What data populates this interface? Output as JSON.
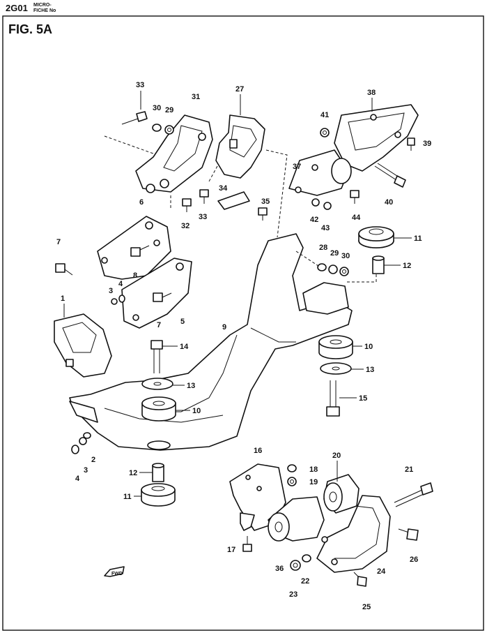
{
  "header": {
    "code": "2G01",
    "micro_label": "MICRO-",
    "fiche_label": "FICHE No"
  },
  "figure": {
    "title": "FIG.   5A"
  },
  "fwd_label": "FWD",
  "callouts": {
    "c1": "1",
    "c2": "2",
    "c3a": "3",
    "c3b": "3",
    "c4a": "4",
    "c4b": "4",
    "c5": "5",
    "c6": "6",
    "c7a": "7",
    "c7b": "7",
    "c8": "8",
    "c9": "9",
    "c10a": "10",
    "c10b": "10",
    "c11a": "11",
    "c11b": "11",
    "c12a": "12",
    "c12b": "12",
    "c13a": "13",
    "c13b": "13",
    "c14": "14",
    "c15": "15",
    "c16": "16",
    "c17": "17",
    "c18": "18",
    "c19": "19",
    "c20": "20",
    "c21": "21",
    "c22": "22",
    "c23": "23",
    "c24": "24",
    "c25": "25",
    "c26": "26",
    "c27": "27",
    "c28": "28",
    "c29a": "29",
    "c29b": "29",
    "c30a": "30",
    "c30b": "30",
    "c31": "31",
    "c32": "32",
    "c33a": "33",
    "c33b": "33",
    "c34": "34",
    "c35": "35",
    "c36": "36",
    "c37": "37",
    "c38": "38",
    "c39": "39",
    "c40": "40",
    "c41": "41",
    "c42": "42",
    "c43": "43",
    "c44": "44"
  }
}
